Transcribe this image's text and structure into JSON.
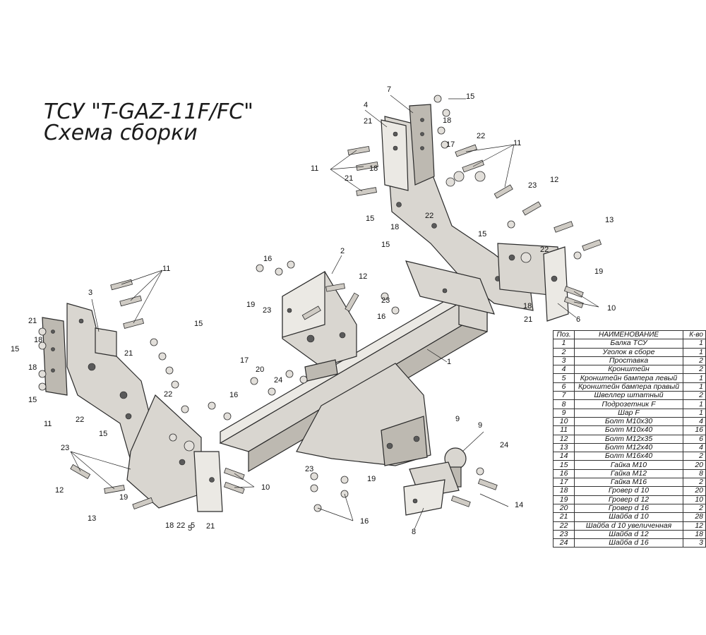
{
  "title": {
    "line1": "ТСУ \"T-GAZ-11F/FC\"",
    "line2": "Схема сборки"
  },
  "bom": {
    "headers": [
      "Поз.",
      "НАИМЕНОВАНИЕ",
      "К-во"
    ],
    "rows": [
      [
        "1",
        "Балка ТСУ",
        "1"
      ],
      [
        "2",
        "Уголок в сборе",
        "1"
      ],
      [
        "3",
        "Проставка",
        "2"
      ],
      [
        "4",
        "Кронштейн",
        "2"
      ],
      [
        "5",
        "Кронштейн бампера левый",
        "1"
      ],
      [
        "6",
        "Кронштейн бампера правый",
        "1"
      ],
      [
        "7",
        "Швеллер штатный",
        "2"
      ],
      [
        "8",
        "Подрозетник F",
        "1"
      ],
      [
        "9",
        "Шар F",
        "1"
      ],
      [
        "10",
        "Болт М10х30",
        "4"
      ],
      [
        "11",
        "Болт М10х40",
        "16"
      ],
      [
        "12",
        "Болт М12х35",
        "6"
      ],
      [
        "13",
        "Болт М12х40",
        "4"
      ],
      [
        "14",
        "Болт М16х40",
        "2"
      ],
      [
        "15",
        "Гайка М10",
        "20"
      ],
      [
        "16",
        "Гайка М12",
        "8"
      ],
      [
        "17",
        "Гайка  М16",
        "2"
      ],
      [
        "18",
        "Гровер d 10",
        "20"
      ],
      [
        "19",
        "Гровер d 12",
        "10"
      ],
      [
        "20",
        "Гровер d 16",
        "2"
      ],
      [
        "21",
        "Шайба d 10",
        "28"
      ],
      [
        "22",
        "Шайба d 10 увеличенная",
        "12"
      ],
      [
        "23",
        "Шайба d 12",
        "18"
      ],
      [
        "24",
        "Шайба d 16",
        "3"
      ]
    ]
  },
  "callouts": [
    "1",
    "2",
    "3",
    "4",
    "5",
    "6",
    "7",
    "8",
    "9",
    "10",
    "11",
    "12",
    "13",
    "14",
    "15",
    "16",
    "17",
    "18",
    "19",
    "20",
    "21",
    "22",
    "23",
    "24"
  ]
}
